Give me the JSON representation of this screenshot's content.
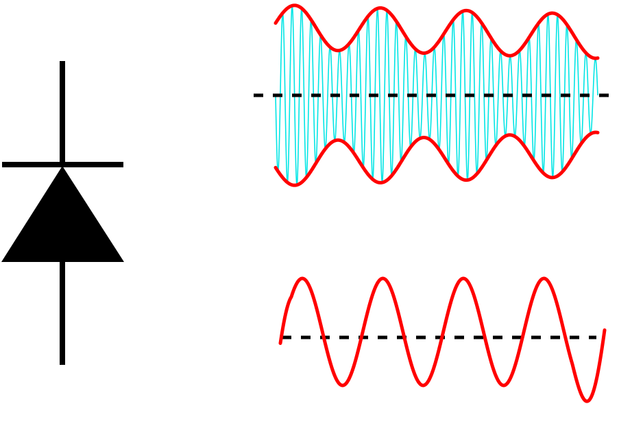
{
  "colors": {
    "background": "#ffffff",
    "symbol": "#000000",
    "envelope": "#ff0000",
    "carrier": "#00e5e5",
    "baseline": "#000000",
    "demodulated": "#ff0000"
  },
  "symbol": {
    "name": "diode",
    "orientation": "anode-bottom-cathode-top"
  },
  "modulated_signal": {
    "type": "amplitude-modulated",
    "envelope_peaks": 4,
    "carrier_cycles": 34,
    "baseline_style": "dashed"
  },
  "demodulated_signal": {
    "type": "sine",
    "peaks": 4,
    "baseline_style": "dashed"
  }
}
